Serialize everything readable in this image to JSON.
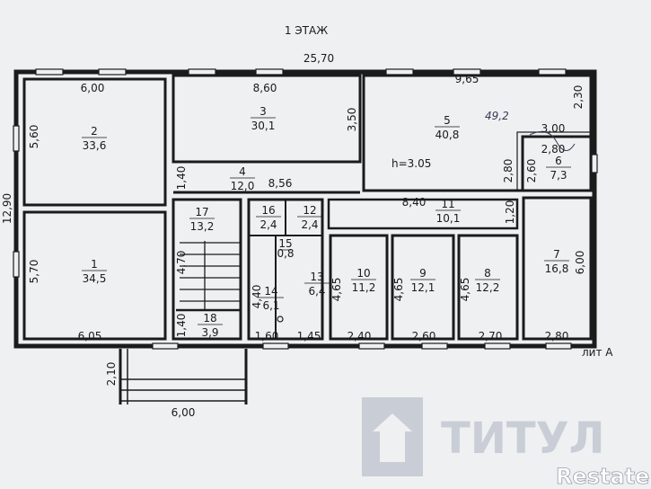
{
  "title": "1 ЭТАЖ",
  "literal": "лит А",
  "overall": {
    "length": "25,70",
    "width": "12,90"
  },
  "handwritten": "49,2",
  "height_note": "h=3.05",
  "rooms": [
    {
      "id": "2",
      "area": "33,6"
    },
    {
      "id": "1",
      "area": "34,5"
    },
    {
      "id": "3",
      "area": "30,1"
    },
    {
      "id": "4",
      "area": "12,0"
    },
    {
      "id": "5",
      "area": "40,8"
    },
    {
      "id": "6",
      "area": "7,3"
    },
    {
      "id": "7",
      "area": "16,8"
    },
    {
      "id": "8",
      "area": "12,2"
    },
    {
      "id": "9",
      "area": "12,1"
    },
    {
      "id": "10",
      "area": "11,2"
    },
    {
      "id": "11",
      "area": "10,1"
    },
    {
      "id": "12",
      "area": "2,4"
    },
    {
      "id": "13",
      "area": "6,4"
    },
    {
      "id": "14",
      "area": "6,1"
    },
    {
      "id": "15",
      "area": "0,8"
    },
    {
      "id": "16",
      "area": "2,4"
    },
    {
      "id": "17",
      "area": "13,2"
    },
    {
      "id": "18",
      "area": "3,9"
    }
  ],
  "dimensions": [
    "6,00",
    "5,60",
    "8,60",
    "3,50",
    "9,65",
    "2,30",
    "3,00",
    "2,80",
    "2,80",
    "2,60",
    "1,40",
    "8,56",
    "8,40",
    "1,20",
    "5,70",
    "4,70",
    "4,40",
    "4,65",
    "4,65",
    "4,65",
    "6,00",
    "6,05",
    "1,40",
    "1,60",
    "1,45",
    "2,40",
    "2,60",
    "2,70",
    "2,80",
    "2,10",
    "6,00"
  ],
  "watermark": {
    "brand": "ТИТУЛ",
    "brand2": "Restate"
  },
  "colors": {
    "ink": "#1b1b1b",
    "paper": "#eef0f2",
    "watermark": "#c9ced6"
  }
}
